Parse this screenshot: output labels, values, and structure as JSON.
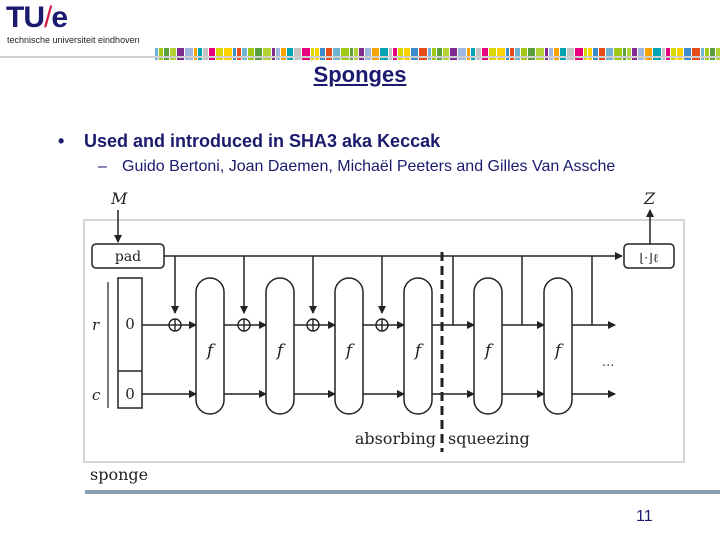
{
  "header": {
    "logo_main": "TU",
    "logo_slash": "/",
    "logo_e": "e",
    "logo_sub": "technische universiteit eindhoven"
  },
  "slide": {
    "title": "Sponges",
    "bullet": "Used and introduced in SHA3 aka Keccak",
    "sub_bullet": "Guido Bertoni, Joan Daemen, Michaël Peeters and Gilles Van Assche",
    "page_number": "11"
  },
  "diagram": {
    "input_label": "M",
    "output_label": "Z",
    "pad_label": "pad",
    "truncate_label": "⌊·⌋ℓ",
    "rate_label": "r",
    "capacity_label": "c",
    "rate_init": "0",
    "capacity_init": "0",
    "function_label": "f",
    "ellipsis": "...",
    "absorbing_label": "absorbing",
    "squeezing_label": "squeezing",
    "sponge_label": "sponge"
  }
}
